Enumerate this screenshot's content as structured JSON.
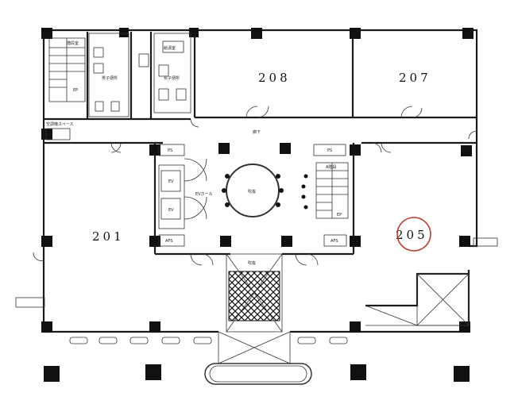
{
  "rooms": {
    "r201": "201",
    "r205": "205",
    "r207": "207",
    "r208": "208"
  },
  "labels": {
    "stair_nw": "階段室",
    "corridor": "廊下",
    "ev": "EV",
    "ev_hall": "EVホール",
    "atrium": "吹抜",
    "void": "吹抜",
    "ps": "PS",
    "afs": "AFS",
    "ep": "EP",
    "stair_e": "A階段",
    "men_wc": "男子便所",
    "women_wc": "女子便所",
    "kyuto": "給湯室",
    "sub": "空調機スペース"
  },
  "colors": {
    "highlight_circle": "#c0392b",
    "ink": "#1a1a1a"
  }
}
